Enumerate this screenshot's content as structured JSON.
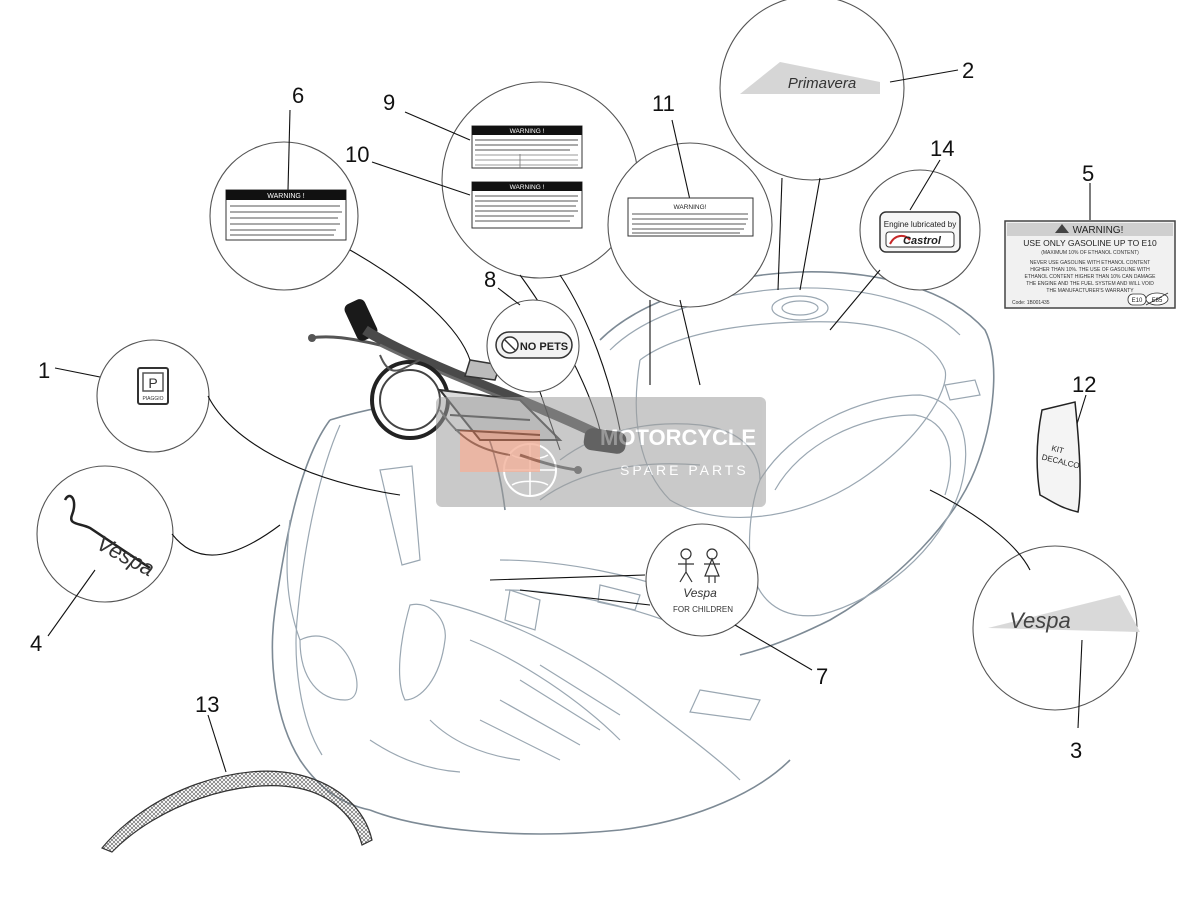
{
  "callouts": {
    "n1": "1",
    "n2": "2",
    "n3": "3",
    "n4": "4",
    "n5": "5",
    "n6": "6",
    "n7": "7",
    "n8": "8",
    "n9": "9",
    "n10": "10",
    "n11": "11",
    "n12": "12",
    "n13": "13",
    "n14": "14"
  },
  "labels": {
    "warning": "WARNING !",
    "warning_small": "WARNING!",
    "no_pets": "NO PETS",
    "engine_lubricated": "Engine lubricated by",
    "castrol": "Castrol",
    "piaggio": "PIAGGIO",
    "primavera_script": "Primavera",
    "vespa_script": "Vespa",
    "for_children": "FOR CHILDREN",
    "kit_line1": "KIT",
    "kit_line2": "DECALCO",
    "warning5_title": "WARNING!",
    "warning5_line1": "USE ONLY GASOLINE UP TO E10",
    "warning5_line2": "(MAXIMUM 10% OF ETHANOL CONTENT)",
    "warning5_body1": "NEVER USE GASOLINE WITH ETHANOL CONTENT",
    "warning5_body2": "HIGHER THAN 10%. THE USE OF GASOLINE WITH",
    "warning5_body3": "ETHANOL CONTENT HIGHER THAN 10% CAN DAMAGE",
    "warning5_body4": "THE ENGINE AND THE FUEL SYSTEM AND WILL VOID",
    "warning5_body5": "THE MANUFACTURER'S WARRANTY",
    "warning5_code": "Code: 1B001435",
    "e10": "E10",
    "e85": "E85"
  },
  "watermark": {
    "line1": "MOTORCYCLE",
    "line2": "SPARE PARTS"
  },
  "colors": {
    "outline": "#9aa7b2",
    "bubble_stroke": "#555555",
    "callout": "#111111",
    "castrol_green": "#2e7d32",
    "castrol_red": "#c62828",
    "watermark_orange": "#e8734a",
    "watermark_bg": "#9e9e9e"
  }
}
